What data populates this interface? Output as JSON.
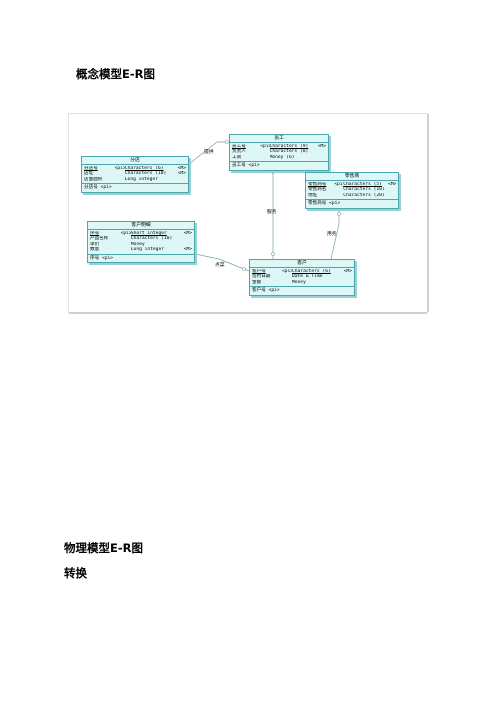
{
  "headings": {
    "conceptual": "概念模型E-R图",
    "physical": "物理模型E-R图",
    "convert": "转换"
  },
  "colors": {
    "entity_fill": "#ddf7f7",
    "entity_border": "#4aa7b0",
    "line": "#7aa0a8"
  },
  "entities": {
    "staff": {
      "title": "员工",
      "rows": [
        {
          "name": "员工号",
          "key": "<pi>",
          "type": "Characters (9)",
          "mark": "<M>"
        },
        {
          "name": "负责人",
          "key": "",
          "type": "Characters (8)",
          "mark": ""
        },
        {
          "name": "工资",
          "key": "",
          "type": "Money (6)",
          "mark": ""
        }
      ],
      "identifier": "员工号 <pi>"
    },
    "branch": {
      "title": "分店",
      "rows": [
        {
          "name": "分店号",
          "key": "<pi>",
          "type": "Characters (6)",
          "mark": "<M>"
        },
        {
          "name": "店址",
          "key": "",
          "type": "Characters (10)",
          "mark": "<M>"
        },
        {
          "name": "店面面积",
          "key": "",
          "type": "Long integer",
          "mark": ""
        }
      ],
      "identifier": "分店号 <pi>"
    },
    "supplier": {
      "title": "零售商",
      "rows": [
        {
          "name": "零售商号",
          "key": "<pi>",
          "type": "Characters (5)",
          "mark": "<M>"
        },
        {
          "name": "零售商名",
          "key": "",
          "type": "Characters (10)",
          "mark": ""
        },
        {
          "name": "地址",
          "key": "",
          "type": "Characters (20)",
          "mark": ""
        }
      ],
      "identifier": "零售商号 <pi>"
    },
    "detail": {
      "title": "客户明细",
      "rows": [
        {
          "name": "序号",
          "key": "<pi>",
          "type": "Short integer",
          "mark": "<M>"
        },
        {
          "name": "产品名称",
          "key": "",
          "type": "Characters (10)",
          "mark": ""
        },
        {
          "name": "单价",
          "key": "",
          "type": "Money",
          "mark": ""
        },
        {
          "name": "数量",
          "key": "",
          "type": "Long integer",
          "mark": "<M>"
        }
      ],
      "identifier": "序号 <pi>"
    },
    "customer": {
      "title": "客户",
      "rows": [
        {
          "name": "客户号",
          "key": "<pi>",
          "type": "Characters (6)",
          "mark": "<M>"
        },
        {
          "name": "签约日期",
          "key": "",
          "type": "Date & Time",
          "mark": ""
        },
        {
          "name": "金额",
          "key": "",
          "type": "Money",
          "mark": ""
        }
      ],
      "identifier": "客户号 <pi>"
    }
  },
  "relationships": {
    "provide": "提供",
    "service": "服务",
    "use": "用务",
    "point": "点菜"
  }
}
